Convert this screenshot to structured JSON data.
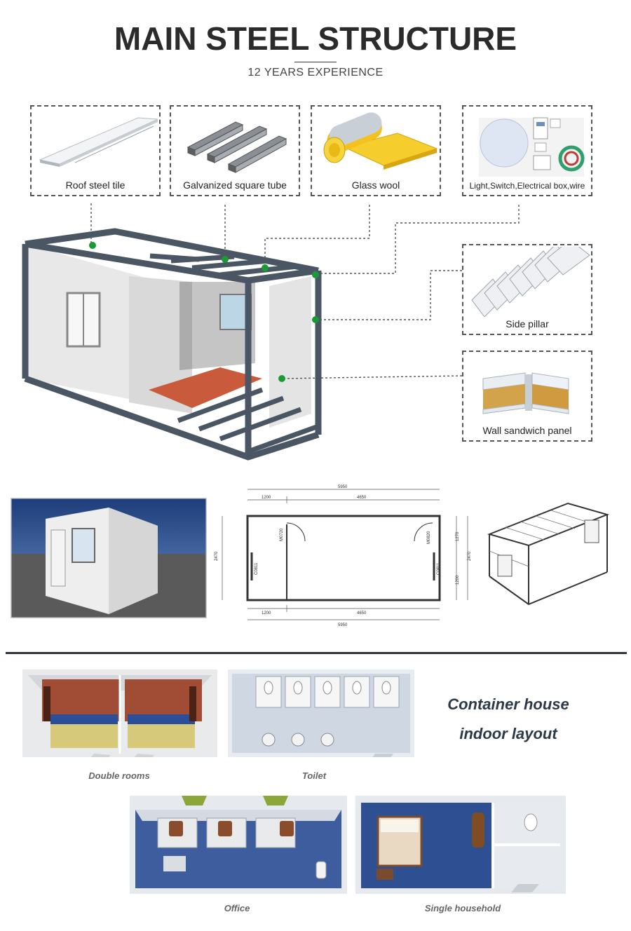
{
  "header": {
    "title": "MAIN STEEL STRUCTURE",
    "subtitle": "12 YEARS EXPERIENCE"
  },
  "components": [
    {
      "label": "Roof steel tile",
      "icon": "roof-tile-icon"
    },
    {
      "label": "Galvanized square tube",
      "icon": "square-tube-icon"
    },
    {
      "label": "Glass wool",
      "icon": "glass-wool-roll-icon"
    },
    {
      "label": "Light,Switch,Electrical box,wire",
      "icon": "electrical-kit-icon"
    },
    {
      "label": "Side pillar",
      "icon": "side-pillar-icon"
    },
    {
      "label": "Wall sandwich panel",
      "icon": "sandwich-panel-icon"
    }
  ],
  "plan": {
    "total_length": "5950",
    "top_left_segment": "1200",
    "top_right_segment": "4650",
    "bottom_left_segment": "1200",
    "bottom_right_segment": "4650",
    "bottom_total": "5950",
    "left_height": "2470",
    "right_height": "2470",
    "right_upper": "1270",
    "right_lower": "1200",
    "door_left": "M0720",
    "door_right": "M0820",
    "window_left": "C0811",
    "window_right": "C0811"
  },
  "layouts": {
    "heading_line1": "Container house",
    "heading_line2": "indoor layout",
    "rooms": [
      {
        "caption": "Double rooms"
      },
      {
        "caption": "Toilet"
      },
      {
        "caption": "Office"
      },
      {
        "caption": "Single household"
      }
    ]
  },
  "colors": {
    "frame": "#4a5663",
    "wall": "#e6e6e6",
    "floor_blue": "#2e4a86",
    "accent_dot": "#1a9a33",
    "wood": "#c8623c",
    "glass_wool": "#f2c624"
  }
}
